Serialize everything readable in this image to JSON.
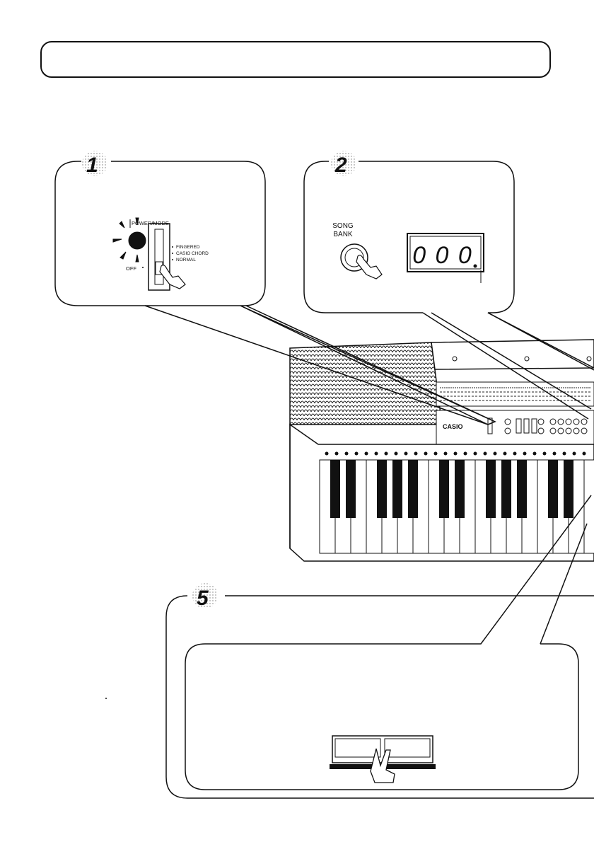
{
  "steps": [
    {
      "number": "1"
    },
    {
      "number": "2"
    },
    {
      "number": "5"
    }
  ],
  "power_panel": {
    "title": "POWER/MODE",
    "options": [
      "FINGERED",
      "CASIO CHORD",
      "NORMAL"
    ],
    "off_label": "OFF"
  },
  "song_bank": {
    "label_line1": "SONG",
    "label_line2": "BANK",
    "display": "0 0 0"
  },
  "keyboard": {
    "brand": "CASIO"
  }
}
